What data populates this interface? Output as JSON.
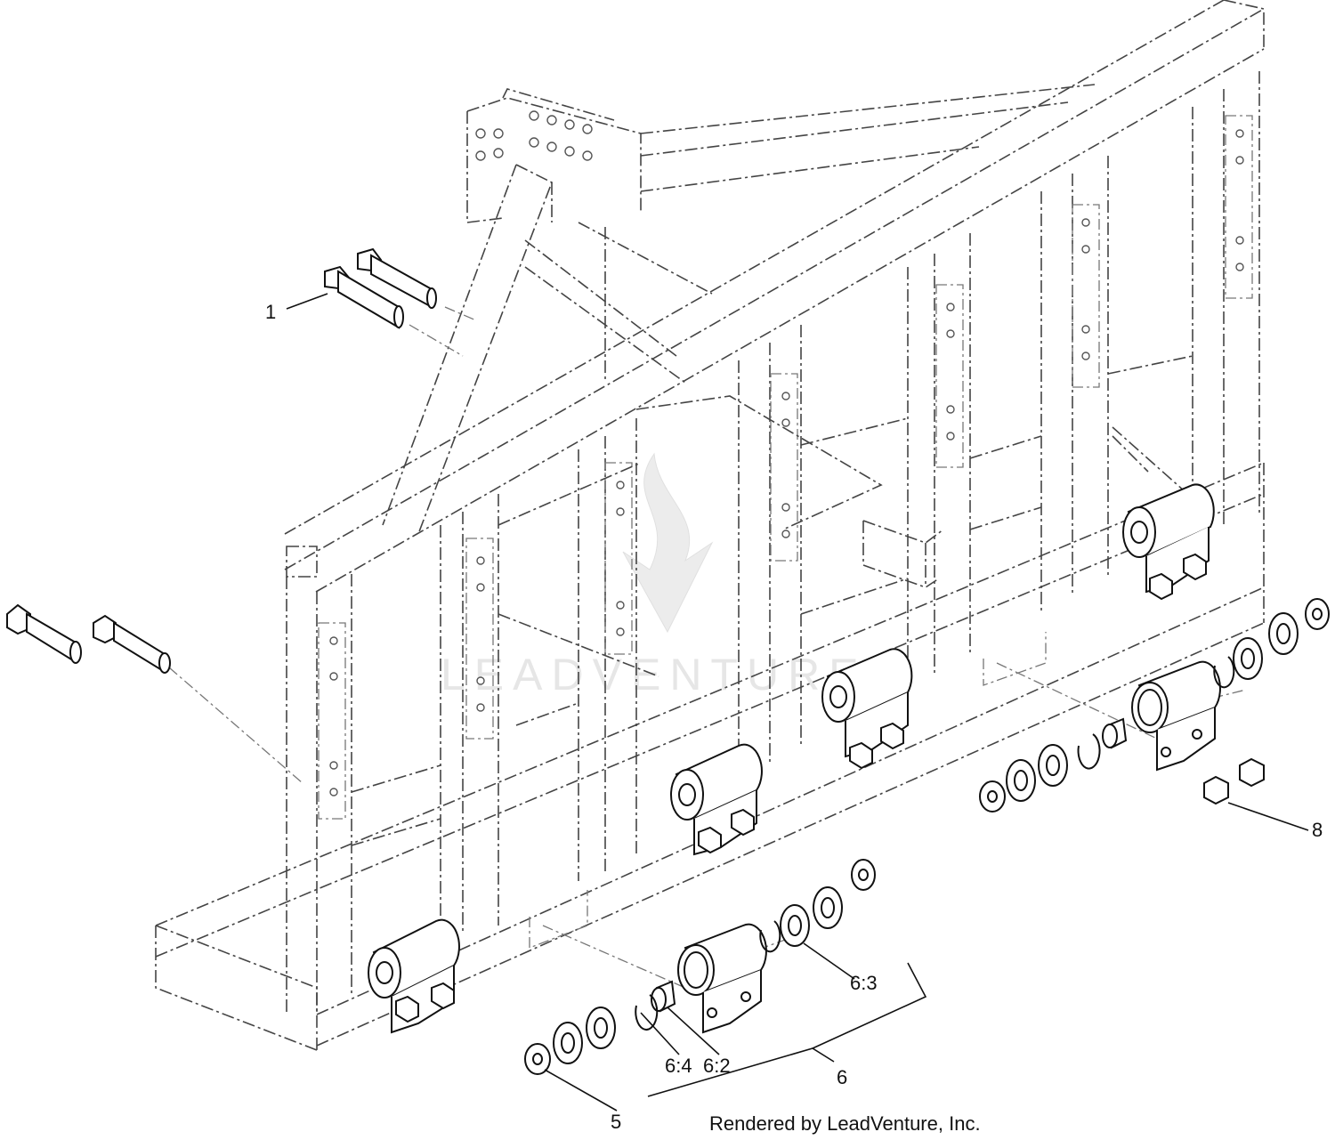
{
  "callouts": {
    "c1": "1",
    "c5": "5",
    "c6": "6",
    "c6_2": "6:2",
    "c6_3": "6:3",
    "c6_4": "6:4",
    "c8": "8"
  },
  "watermark": "LEADVENTURE",
  "credit": "Rendered by LeadVenture, Inc."
}
